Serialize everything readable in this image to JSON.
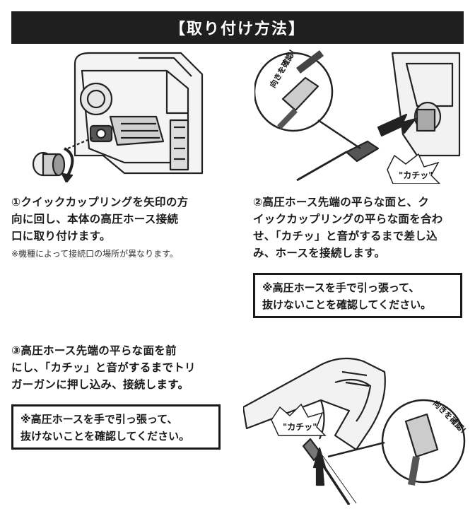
{
  "header": {
    "title": "【取り付け方法】"
  },
  "illustrations": {
    "step2": {
      "check_label": "向きを確認！",
      "click_label": "\"カチッ\""
    },
    "step3": {
      "click_label": "\"カチッ\"",
      "check_label": "向きを確認！"
    }
  },
  "steps": [
    {
      "lines": [
        "①クイックカップリングを矢印の方",
        "向に回し、本体の高圧ホース接続",
        "口に取り付けます。"
      ],
      "note": "※機種によって接続口の場所が異なります。"
    },
    {
      "lines": [
        "②高圧ホース先端の平らな面と、ク",
        "イックカップリングの平らな面を合わ",
        "せ、「カチッ」と音がするまで差し込",
        "み、ホースを接続します。"
      ],
      "warning": [
        "※高圧ホースを手で引っ張って、",
        "抜けないことを確認してください。"
      ]
    },
    {
      "lines": [
        "③高圧ホース先端の平らな面を前",
        "にし、「カチッ」と音がするまでトリ",
        "ガーガンに押し込み、接続します。"
      ],
      "warning": [
        "※高圧ホースを手で引っ張って、",
        "抜けないことを確認してください。"
      ]
    }
  ]
}
